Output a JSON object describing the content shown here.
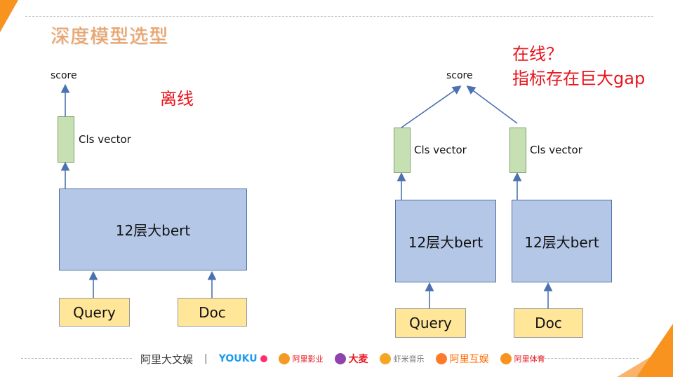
{
  "title": "深度模型选型",
  "offline_label": "离线",
  "online_label_line1": "在线？",
  "online_label_line2": "指标存在巨大gap",
  "left_diagram": {
    "score": "score",
    "cls_vector": "Cls vector",
    "bert": "12层大bert",
    "inputs": [
      "Query",
      "Doc"
    ]
  },
  "right_diagram": {
    "score": "score",
    "cls_vectors": [
      "Cls vector",
      "Cls vector"
    ],
    "berts": [
      "12层大bert",
      "12层大bert"
    ],
    "inputs": [
      "Query",
      "Doc"
    ]
  },
  "footer": {
    "brand": "阿里大文娱",
    "separator": "|",
    "logos": [
      "YOUKU",
      "阿里影业",
      "大麦",
      "虾米音乐",
      "阿里互娱",
      "阿里体育"
    ]
  },
  "colors": {
    "accent_orange": "#f7931e",
    "title_orange": "#f0a060",
    "red": "#e8141e",
    "bert_fill": "#b4c7e7",
    "vector_fill": "#c6e0b4",
    "input_fill": "#ffe699",
    "arrow": "#4a72b0"
  }
}
